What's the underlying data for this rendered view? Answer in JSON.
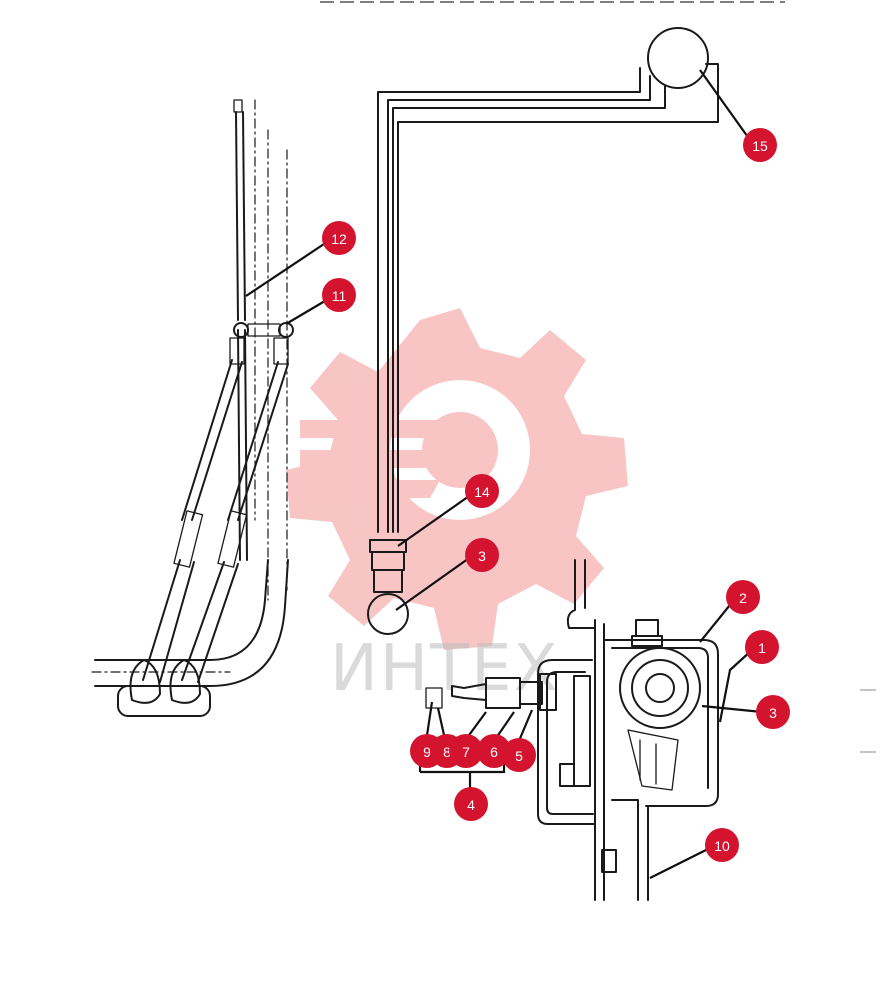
{
  "watermark": {
    "text": "ИНТЕХ",
    "gear_color": "#f28b8b",
    "text_color": "#bdbdbd"
  },
  "badge_color": "#d4132f",
  "callouts": [
    {
      "label": "15"
    },
    {
      "label": "12"
    },
    {
      "label": "11"
    },
    {
      "label": "14"
    },
    {
      "label": "3"
    },
    {
      "label": "2"
    },
    {
      "label": "1"
    },
    {
      "label": "3"
    },
    {
      "label": "9"
    },
    {
      "label": "8"
    },
    {
      "label": "7"
    },
    {
      "label": "6"
    },
    {
      "label": "5"
    },
    {
      "label": "4"
    },
    {
      "label": "10"
    }
  ]
}
